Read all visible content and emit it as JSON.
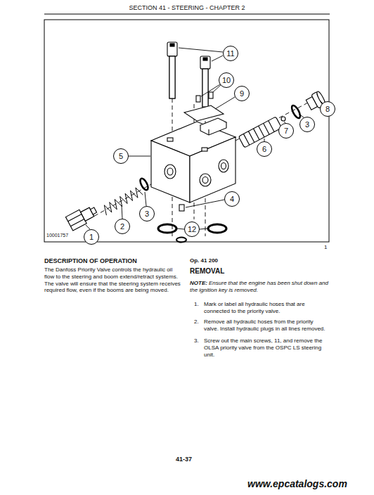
{
  "diagram": {
    "title": "SECTION 41 - STEERING - CHAPTER 2",
    "nodes": [
      {
        "text": [
          "11"
        ]
      },
      {
        "text": [
          "10"
        ]
      },
      {
        "text": [
          "9"
        ]
      },
      {
        "text": [
          "8"
        ]
      },
      {
        "text": [
          "3"
        ]
      },
      {
        "text": [
          "7"
        ]
      },
      {
        "text": [
          "6"
        ]
      },
      {
        "text": [
          "5"
        ]
      },
      {
        "text": [
          "4"
        ]
      },
      {
        "text": [
          "12"
        ]
      },
      {
        "text": [
          "3"
        ]
      },
      {
        "text": [
          "2"
        ]
      },
      {
        "text": [
          "1"
        ]
      }
    ],
    "labels": [
      "10001757",
      "1",
      "DESCRIPTION OF OPERATION",
      "The Danfoss Priority Valve controls the hydraulic oil flow to the steering and boom extend/retract systems. The valve will ensure that the steering system receives required flow, even if the booms are being moved.",
      "Op. 41 200",
      "REMOVAL",
      "NOTE:",
      "Ensure that the engine has been shut down and the ignition key is removed.",
      "1.",
      "Mark or label all hydraulic hoses that are connected to the priority valve.",
      "2.",
      "Remove all hydraulic hoses from the priority valve. Install hydraulic plugs in all lines removed.",
      "3.",
      "Screw out the main screws, 11, and remove the OLSA priority valve from the OSPC LS steering unit.",
      "41-37",
      "www.epcatalogs.com"
    ]
  }
}
